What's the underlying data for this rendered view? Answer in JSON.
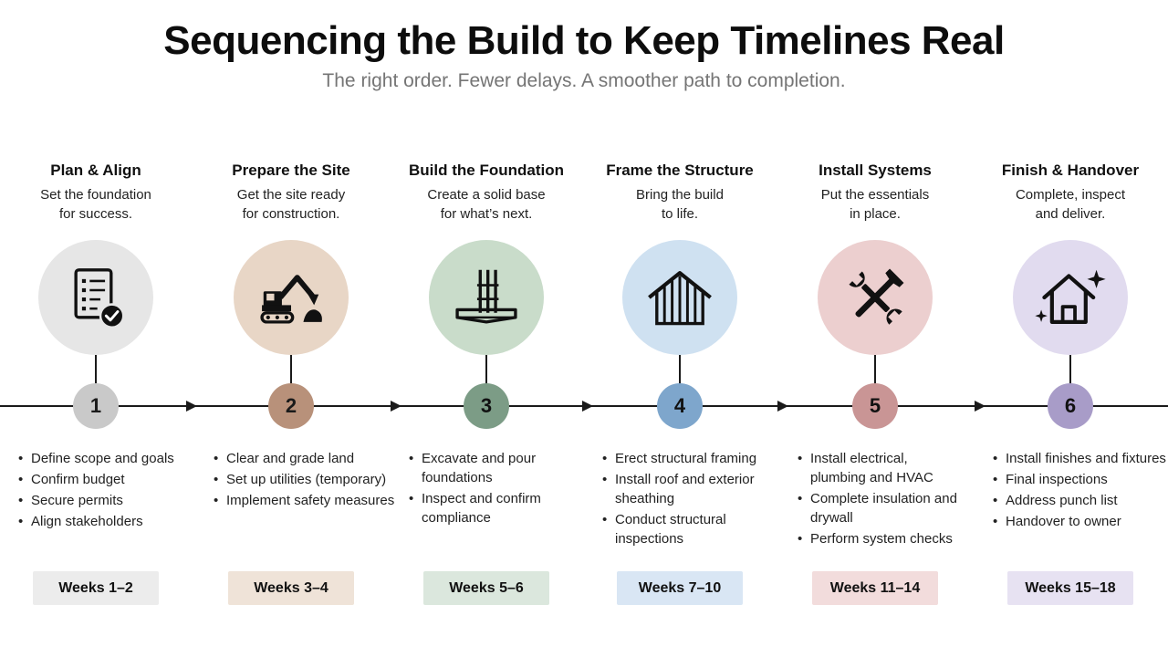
{
  "header": {
    "title": "Sequencing the Build to Keep Timelines Real",
    "subtitle": "The right order. Fewer delays. A smoother path to completion."
  },
  "phases": [
    {
      "number": "1",
      "title": "Plan & Align",
      "desc_lines": [
        "Set the foundation",
        "for success."
      ],
      "icon": "checklist-icon",
      "bullets": [
        "Define scope and goals",
        "Confirm budget",
        "Secure permits",
        "Align stakeholders"
      ],
      "weeks": "Weeks 1–2",
      "colors": {
        "circle": "#e6e6e6",
        "number": "#c9c9c9",
        "number_text": "#1a1a1a",
        "weeks": "#ececec"
      }
    },
    {
      "number": "2",
      "title": "Prepare the Site",
      "desc_lines": [
        "Get the site ready",
        "for construction."
      ],
      "icon": "excavator-icon",
      "bullets": [
        "Clear and grade land",
        "Set up utilities (temporary)",
        "Implement safety measures"
      ],
      "weeks": "Weeks 3–4",
      "colors": {
        "circle": "#e8d6c6",
        "number": "#b8917a",
        "number_text": "#1a1a1a",
        "weeks": "#efe3d8"
      }
    },
    {
      "number": "3",
      "title": "Build the Foundation",
      "desc_lines": [
        "Create a solid base",
        "for what’s next."
      ],
      "icon": "foundation-icon",
      "bullets": [
        "Excavate and pour foundations",
        "Inspect and confirm compliance"
      ],
      "weeks": "Weeks 5–6",
      "colors": {
        "circle": "#c9dcca",
        "number": "#7c9c86",
        "number_text": "#111111",
        "weeks": "#dbe7dd"
      }
    },
    {
      "number": "4",
      "title": "Frame the Structure",
      "desc_lines": [
        "Bring the build",
        "to life."
      ],
      "icon": "house-frame-icon",
      "bullets": [
        "Erect structural framing",
        "Install roof and exterior sheathing",
        "Conduct structural inspections"
      ],
      "weeks": "Weeks 7–10",
      "colors": {
        "circle": "#cfe1f1",
        "number": "#7ea6cc",
        "number_text": "#111111",
        "weeks": "#d9e6f4"
      }
    },
    {
      "number": "5",
      "title": "Install Systems",
      "desc_lines": [
        "Put the essentials",
        "in place."
      ],
      "icon": "tools-icon",
      "bullets": [
        "Install electrical, plumbing and HVAC",
        "Complete insulation and drywall",
        "Perform system checks"
      ],
      "weeks": "Weeks 11–14",
      "colors": {
        "circle": "#eccfcf",
        "number": "#c99595",
        "number_text": "#111111",
        "weeks": "#f2dcdc"
      }
    },
    {
      "number": "6",
      "title": "Finish & Handover",
      "desc_lines": [
        "Complete, inspect",
        "and deliver."
      ],
      "icon": "house-sparkle-icon",
      "bullets": [
        "Install finishes and fixtures",
        "Final inspections",
        "Address punch list",
        "Handover to owner"
      ],
      "weeks": "Weeks 15–18",
      "colors": {
        "circle": "#e1dbef",
        "number": "#a89cc8",
        "number_text": "#111111",
        "weeks": "#e7e2f2"
      }
    }
  ]
}
